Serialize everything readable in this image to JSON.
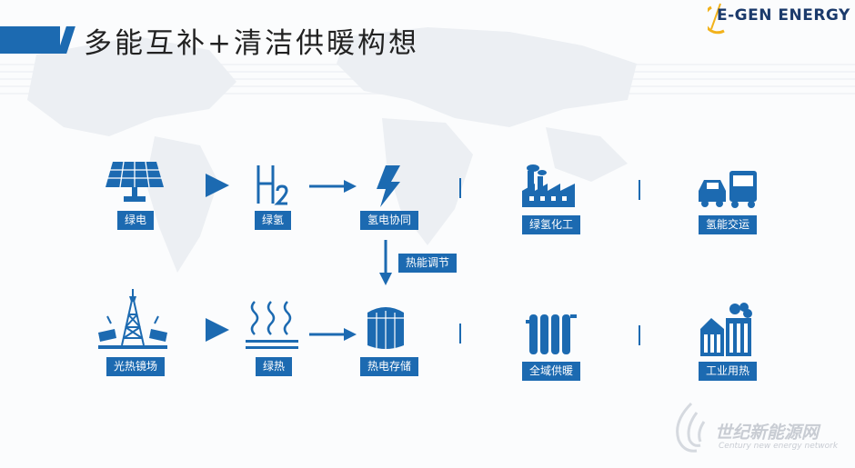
{
  "header": {
    "title": "多能互补+清洁供暖构想",
    "logo_text": "E-GEN ENERGY"
  },
  "flow": {
    "row1": {
      "green_power": {
        "label": "绿电",
        "icon": "solar-panel-icon"
      },
      "green_hydrogen": {
        "label": "绿氢",
        "icon": "h2-icon"
      },
      "hydrogen_power_synergy": {
        "label": "氢电协同",
        "icon": "lightning-icon"
      },
      "green_hydrogen_chemical": {
        "label": "绿氢化工",
        "icon": "factory-icon"
      },
      "hydrogen_transport": {
        "label": "氢能交运",
        "icon": "vehicles-icon"
      }
    },
    "middle": {
      "thermal_regulation": {
        "label": "热能调节"
      }
    },
    "row2": {
      "solar_thermal_mirror": {
        "label": "光热镜场",
        "icon": "solar-tower-icon"
      },
      "green_heat": {
        "label": "绿热",
        "icon": "heat-waves-icon"
      },
      "thermal_power_storage": {
        "label": "热电存储",
        "icon": "storage-tank-icon"
      },
      "district_heating": {
        "label": "全域供暖",
        "icon": "radiator-icon"
      },
      "industrial_heat": {
        "label": "工业用热",
        "icon": "industrial-building-icon"
      }
    }
  },
  "watermark": {
    "text": "世纪新能源网",
    "sub": "Century new energy network"
  },
  "colors": {
    "accent": "#1c6ab1",
    "title": "#222222",
    "watermark": "#c8ccd3"
  }
}
